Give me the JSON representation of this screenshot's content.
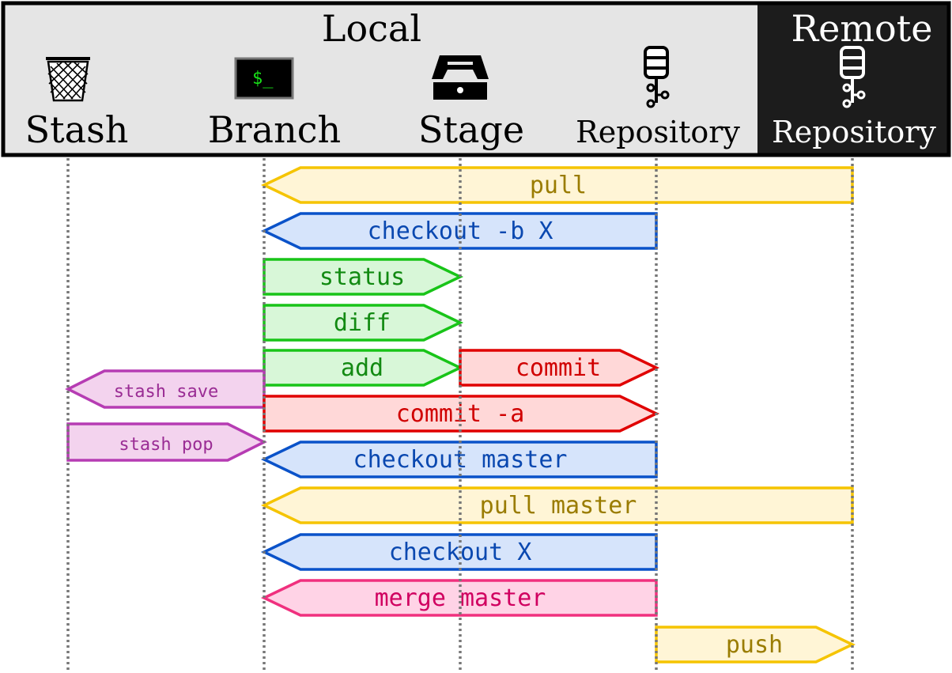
{
  "header": {
    "local_title": "Local",
    "remote_title": "Remote",
    "local_bg": "#e5e5e5",
    "remote_bg": "#1c1c1c"
  },
  "columns": [
    {
      "key": "stash",
      "label": "Stash",
      "icon": "trash-basket-icon"
    },
    {
      "key": "branch",
      "label": "Branch",
      "icon": "terminal-icon"
    },
    {
      "key": "stage",
      "label": "Stage",
      "icon": "inbox-tray-icon"
    },
    {
      "key": "repo",
      "label": "Repository",
      "icon": "database-icon"
    },
    {
      "key": "remote",
      "label": "Repository",
      "icon": "database-icon"
    }
  ],
  "terminal_prompt": "$_",
  "commands": [
    {
      "id": "pull",
      "label": "pull",
      "from": "remote",
      "to": "branch",
      "color": "yellow"
    },
    {
      "id": "checkout-b-x",
      "label": "checkout -b X",
      "from": "repo",
      "to": "branch",
      "color": "blue"
    },
    {
      "id": "status",
      "label": "status",
      "from": "branch",
      "to": "stage",
      "color": "green"
    },
    {
      "id": "diff",
      "label": "diff",
      "from": "branch",
      "to": "stage",
      "color": "green"
    },
    {
      "id": "add",
      "label": "add",
      "from": "branch",
      "to": "stage",
      "color": "green"
    },
    {
      "id": "commit",
      "label": "commit",
      "from": "stage",
      "to": "repo",
      "color": "red"
    },
    {
      "id": "stash-save",
      "label": "stash save",
      "from": "branch",
      "to": "stash",
      "color": "purple"
    },
    {
      "id": "commit-a",
      "label": "commit -a",
      "from": "branch",
      "to": "repo",
      "color": "red"
    },
    {
      "id": "stash-pop",
      "label": "stash pop",
      "from": "stash",
      "to": "branch",
      "color": "purple"
    },
    {
      "id": "checkout-master",
      "label": "checkout master",
      "from": "repo",
      "to": "branch",
      "color": "blue"
    },
    {
      "id": "pull-master",
      "label": "pull master",
      "from": "remote",
      "to": "branch",
      "color": "yellow"
    },
    {
      "id": "checkout-x",
      "label": "checkout X",
      "from": "repo",
      "to": "branch",
      "color": "blue"
    },
    {
      "id": "merge-master",
      "label": "merge master",
      "from": "repo",
      "to": "branch",
      "color": "pink"
    },
    {
      "id": "push",
      "label": "push",
      "from": "repo",
      "to": "remote",
      "color": "yellow"
    }
  ],
  "palette": {
    "yellow": {
      "fill": "#fff5d6",
      "stroke": "#f5c400",
      "text": "#9a7c00"
    },
    "blue": {
      "fill": "#d6e4fb",
      "stroke": "#0a52c9",
      "text": "#0a48b0"
    },
    "green": {
      "fill": "#d8f7d8",
      "stroke": "#18c418",
      "text": "#128a12"
    },
    "red": {
      "fill": "#ffd8d8",
      "stroke": "#e00000",
      "text": "#d00000"
    },
    "purple": {
      "fill": "#f3d3ee",
      "stroke": "#b63cb3",
      "text": "#9a2c94"
    },
    "pink": {
      "fill": "#ffd3e6",
      "stroke": "#f0307e",
      "text": "#d00060"
    }
  }
}
